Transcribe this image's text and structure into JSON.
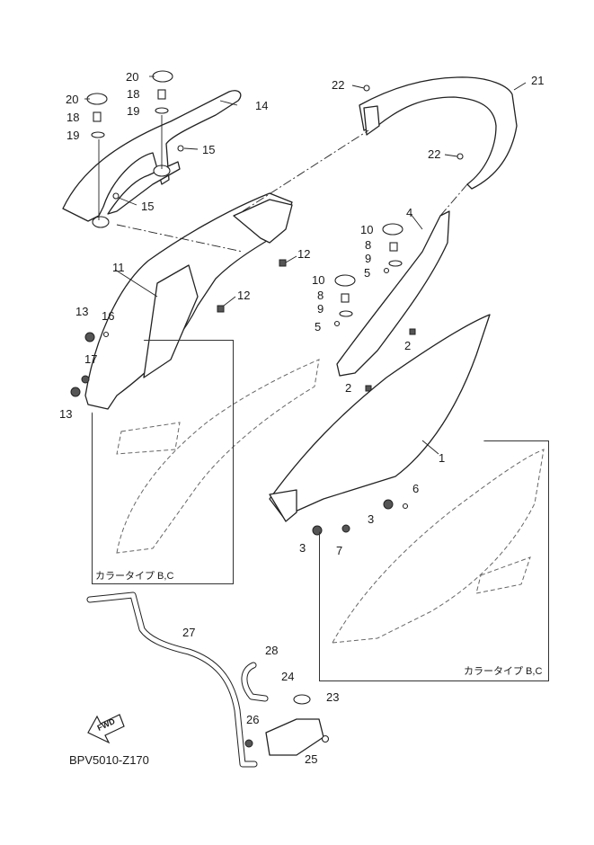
{
  "diagram": {
    "code": "BPV5010-Z170",
    "direction_marker": "FWD",
    "variant_note": "カラータイプ B,C",
    "callouts": [
      {
        "id": "c20a",
        "label": "20"
      },
      {
        "id": "c20b",
        "label": "20"
      },
      {
        "id": "c18a",
        "label": "18"
      },
      {
        "id": "c18b",
        "label": "18"
      },
      {
        "id": "c19a",
        "label": "19"
      },
      {
        "id": "c19b",
        "label": "19"
      },
      {
        "id": "c14",
        "label": "14"
      },
      {
        "id": "c15a",
        "label": "15"
      },
      {
        "id": "c15b",
        "label": "15"
      },
      {
        "id": "c22a",
        "label": "22"
      },
      {
        "id": "c22b",
        "label": "22"
      },
      {
        "id": "c21",
        "label": "21"
      },
      {
        "id": "c4",
        "label": "4"
      },
      {
        "id": "c10a",
        "label": "10"
      },
      {
        "id": "c10b",
        "label": "10"
      },
      {
        "id": "c8a",
        "label": "8"
      },
      {
        "id": "c8b",
        "label": "8"
      },
      {
        "id": "c9a",
        "label": "9"
      },
      {
        "id": "c9b",
        "label": "9"
      },
      {
        "id": "c5a",
        "label": "5"
      },
      {
        "id": "c5b",
        "label": "5"
      },
      {
        "id": "c2a",
        "label": "2"
      },
      {
        "id": "c2b",
        "label": "2"
      },
      {
        "id": "c12a",
        "label": "12"
      },
      {
        "id": "c12b",
        "label": "12"
      },
      {
        "id": "c11",
        "label": "11"
      },
      {
        "id": "c13a",
        "label": "13"
      },
      {
        "id": "c13b",
        "label": "13"
      },
      {
        "id": "c16",
        "label": "16"
      },
      {
        "id": "c17",
        "label": "17"
      },
      {
        "id": "c1",
        "label": "1"
      },
      {
        "id": "c6",
        "label": "6"
      },
      {
        "id": "c3a",
        "label": "3"
      },
      {
        "id": "c3b",
        "label": "3"
      },
      {
        "id": "c7",
        "label": "7"
      },
      {
        "id": "c27",
        "label": "27"
      },
      {
        "id": "c28",
        "label": "28"
      },
      {
        "id": "c24",
        "label": "24"
      },
      {
        "id": "c23",
        "label": "23"
      },
      {
        "id": "c26",
        "label": "26"
      },
      {
        "id": "c25",
        "label": "25"
      }
    ]
  }
}
